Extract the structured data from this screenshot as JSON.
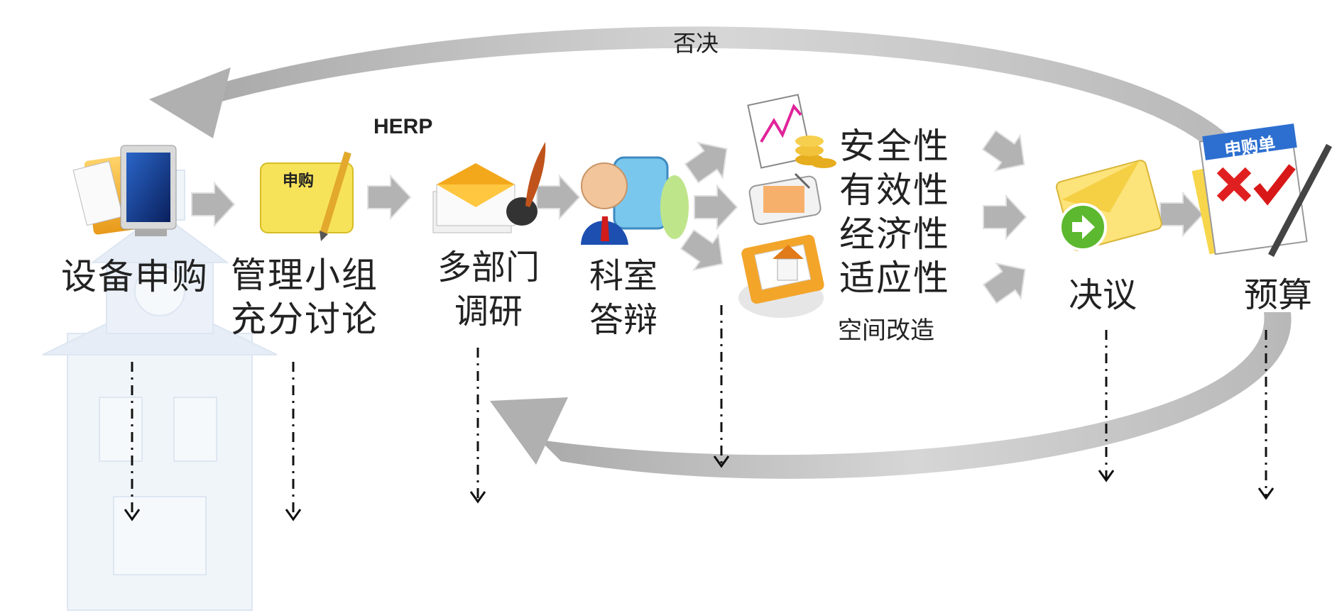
{
  "diagram": {
    "reject_label": "否决",
    "herp_label": "HERP",
    "steps": {
      "apply": "设备申购",
      "group_line1": "管理小组",
      "group_line2": "充分讨论",
      "research_line1": "多部门",
      "research_line2": "调研",
      "defense_line1": "科室",
      "defense_line2": "答辩",
      "decision": "决议",
      "budget": "预算"
    },
    "criteria": [
      "安全性",
      "有效性",
      "经济性",
      "适应性"
    ],
    "criteria_note": "空间改造",
    "icons": {
      "computer": "computer-folder-icon",
      "note": "purchase-note-icon",
      "note_text": "申购",
      "mail": "mail-quill-icon",
      "person": "person-monitor-icon",
      "chart": "chart-coins-icon",
      "device": "device-stylus-icon",
      "building": "building-folder-icon",
      "envelope": "envelope-arrow-icon",
      "form": "purchase-form-icon",
      "form_title": "申购单"
    },
    "colors": {
      "arrow_gray": "#b3b3b3",
      "note_yellow": "#f7e35a",
      "reject_red": "#e02020",
      "approve_red": "#d81818",
      "envelope_green": "#5cb82e",
      "text": "#222222"
    }
  }
}
